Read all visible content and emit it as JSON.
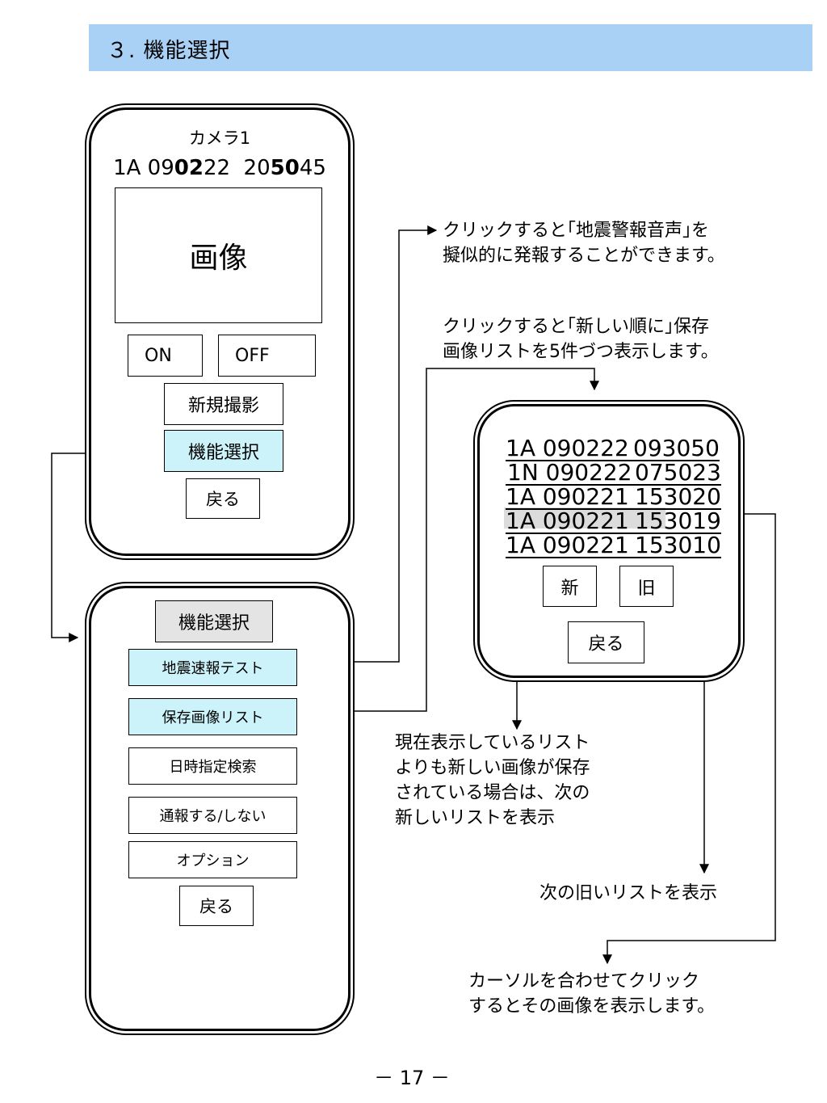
{
  "header": {
    "title": "３. 機能選択"
  },
  "camera_screen": {
    "camera_name": "カメラ1",
    "record_id_prefix": "1A 09",
    "record_id_bold1": "02",
    "record_id_mid": "22  20",
    "record_id_bold2": "50",
    "record_id_suffix": "45",
    "image_label": "画像",
    "on_label": "ON",
    "off_label": "OFF",
    "new_capture_label": "新規撮影",
    "function_select_label": "機能選択",
    "back_label": "戻る"
  },
  "function_menu": {
    "title": "機能選択",
    "items": [
      "地震速報テスト",
      "保存画像リスト",
      "日時指定検索",
      "通報する/しない",
      "オプション"
    ],
    "back_label": "戻る"
  },
  "list_screen": {
    "rows": [
      {
        "id": "1A 090222",
        "time": "093050",
        "highlighted": false
      },
      {
        "id": "1N 090222",
        "time": "075023",
        "highlighted": false
      },
      {
        "id": "1A 090221",
        "time": "153020",
        "highlighted": false
      },
      {
        "id": "1A 090221",
        "time": "153019",
        "highlighted": true
      },
      {
        "id": "1A 090221",
        "time": "153010",
        "highlighted": false
      }
    ],
    "newer_label": "新",
    "older_label": "旧",
    "back_label": "戻る"
  },
  "notes": {
    "quake_test": "クリックすると｢地震警報音声｣を\n擬似的に発報することができます。",
    "image_list": "クリックすると｢新しい順に｣保存\n画像リストを5件づつ表示します。",
    "newer": "現在表示しているリスト\nよりも新しい画像が保存\nされている場合は、次の\n新しいリストを表示",
    "older": "次の旧いリストを表示",
    "cursor": "カーソルを合わせてクリック\nするとその画像を表示します。"
  },
  "page_number": "－ 17 －",
  "colors": {
    "header_bg": "#a9d1f5",
    "button_highlight": "#ccf3fa",
    "title_bg": "#e4e4e4",
    "row_highlight": "#dcdcdc"
  }
}
